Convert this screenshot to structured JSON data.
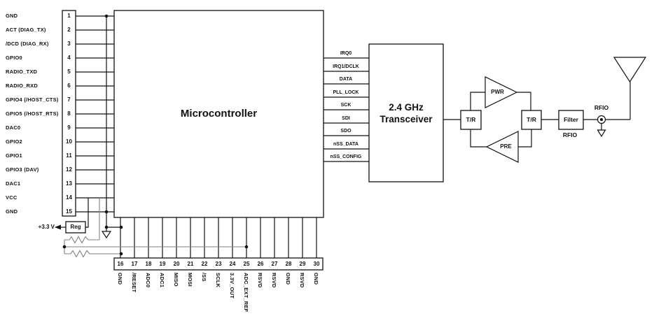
{
  "diagram": {
    "mcu_label": "Microcontroller",
    "transceiver_label_1": "2.4 GHz",
    "transceiver_label_2": "Transceiver",
    "left_pins": [
      {
        "n": "1",
        "label": "GND"
      },
      {
        "n": "2",
        "label": "ACT (DIAG_TX)"
      },
      {
        "n": "3",
        "label": "/DCD (DIAG_RX)"
      },
      {
        "n": "4",
        "label": "GPIO0"
      },
      {
        "n": "5",
        "label": "RADIO_TXD"
      },
      {
        "n": "6",
        "label": "RADIO_RXD"
      },
      {
        "n": "7",
        "label": "GPIO4 (/HOST_CTS)"
      },
      {
        "n": "8",
        "label": "GPIO5 (/HOST_RTS)"
      },
      {
        "n": "9",
        "label": "DAC0"
      },
      {
        "n": "10",
        "label": "GPIO2"
      },
      {
        "n": "11",
        "label": "GPIO1"
      },
      {
        "n": "12",
        "label": "GPIO3 (DAV)"
      },
      {
        "n": "13",
        "label": "DAC1"
      },
      {
        "n": "14",
        "label": "VCC"
      },
      {
        "n": "15",
        "label": "GND"
      }
    ],
    "bottom_pins": [
      {
        "n": "16",
        "label": "GND"
      },
      {
        "n": "17",
        "label": "/RESET"
      },
      {
        "n": "18",
        "label": "ADC0"
      },
      {
        "n": "19",
        "label": "ADC1"
      },
      {
        "n": "20",
        "label": "MISO"
      },
      {
        "n": "21",
        "label": "MOSI"
      },
      {
        "n": "22",
        "label": "/SS"
      },
      {
        "n": "23",
        "label": "SCLK"
      },
      {
        "n": "24",
        "label": "3.3V_OUT"
      },
      {
        "n": "25",
        "label": "ADC_EXT_REF"
      },
      {
        "n": "26",
        "label": "RSVD"
      },
      {
        "n": "27",
        "label": "RSVD"
      },
      {
        "n": "28",
        "label": "GND"
      },
      {
        "n": "29",
        "label": "RSVD"
      },
      {
        "n": "30",
        "label": "GND"
      }
    ],
    "signals": [
      "IRQ0",
      "IRQ1/DCLK",
      "DATA",
      "PLL_LOCK",
      "SCK",
      "SDI",
      "SDO",
      "nSS_DATA",
      "nSS_CONFIG"
    ],
    "reg_label": "Reg",
    "supply_label": "+3.3 V",
    "rf": {
      "tr_left": "T/R",
      "tr_right": "T/R",
      "pwr": "PWR",
      "pre": "PRE",
      "filter": "Filter",
      "rfio_port": "RFIO",
      "rfio_net": "RFIO"
    },
    "colors": {
      "line": "#111111",
      "thin_line": "#808080",
      "bg": "#ffffff"
    }
  }
}
